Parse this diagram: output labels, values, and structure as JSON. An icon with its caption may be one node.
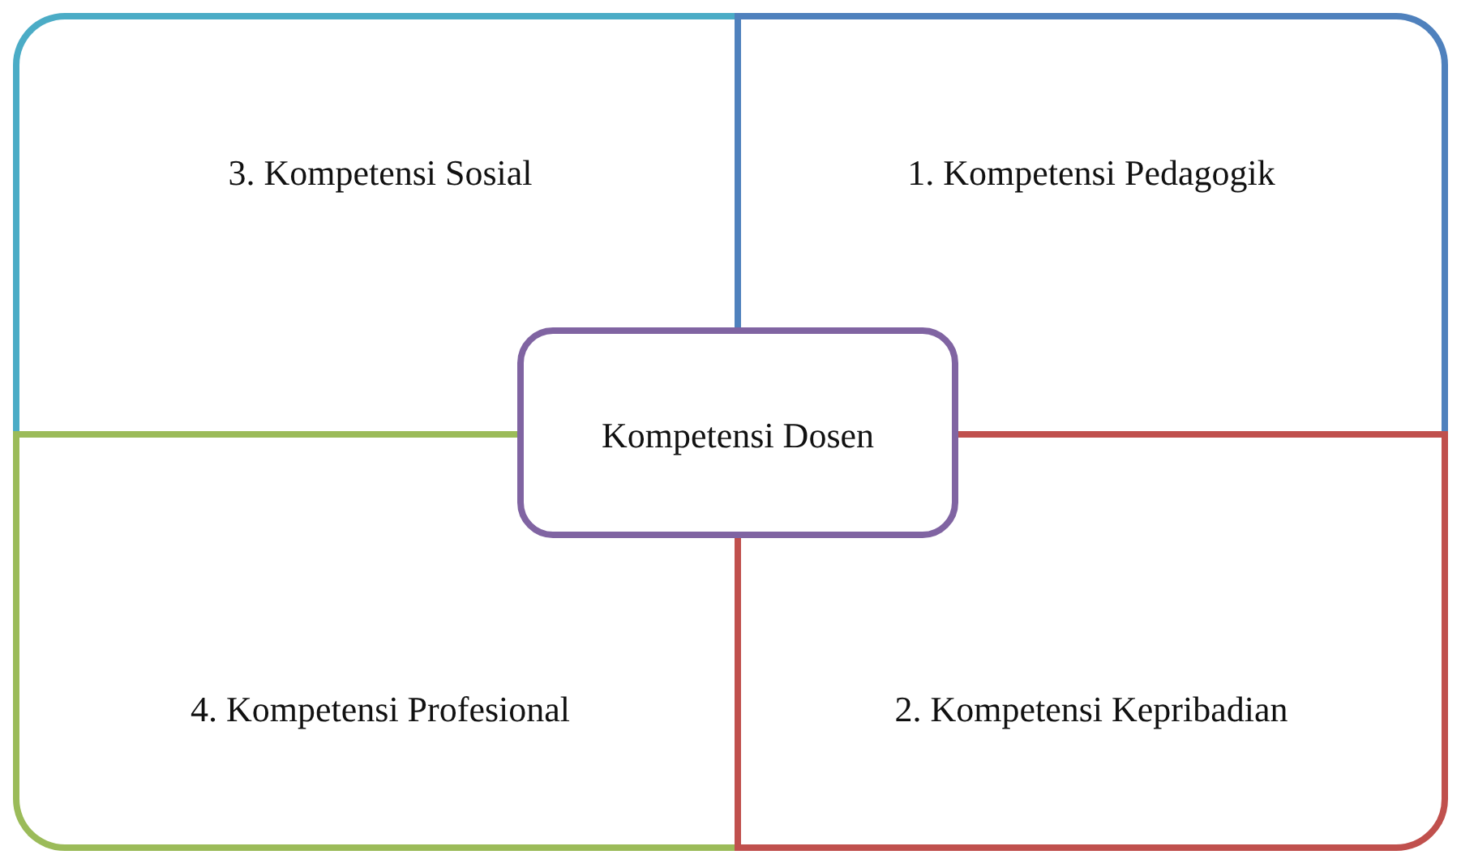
{
  "diagram": {
    "nodes": [
      {
        "text": [
          "3. Kompetensi Sosial"
        ]
      },
      {
        "text": [
          "1. Kompetensi Pedagogik"
        ]
      },
      {
        "text": [
          "Kompetensi Dosen"
        ]
      },
      {
        "text": [
          "4. Kompetensi Profesional"
        ]
      },
      {
        "text": [
          "2. Kompetensi Kepribadian"
        ]
      }
    ]
  }
}
